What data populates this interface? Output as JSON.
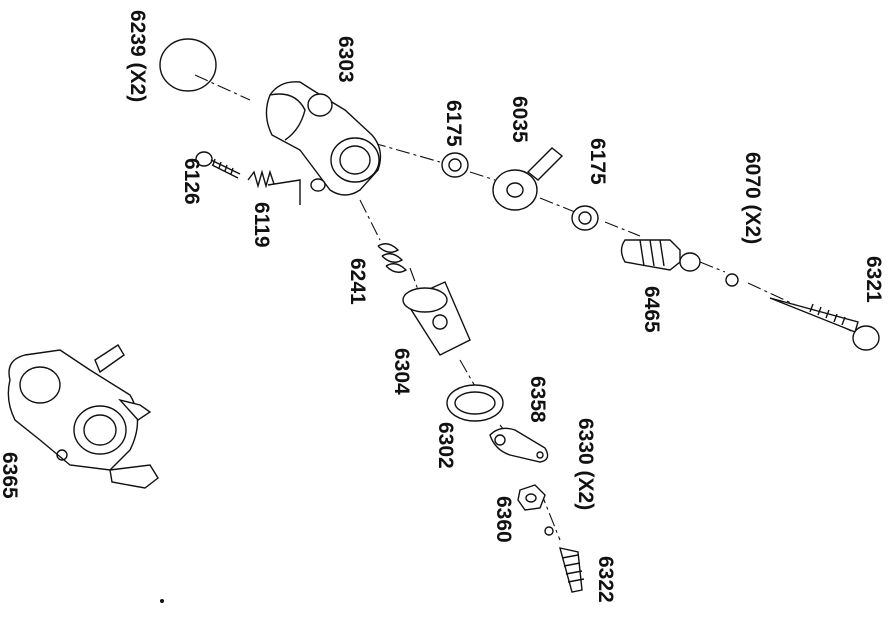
{
  "diagram": {
    "labels": {
      "p6239": "6239 (X2)",
      "p6303": "6303",
      "p6175a": "6175",
      "p6035": "6035",
      "p6175b": "6175",
      "p6070": "6070 (X2)",
      "p6321": "6321",
      "p6126": "6126",
      "p6119": "6119",
      "p6241": "6241",
      "p6465": "6465",
      "p6304": "6304",
      "p6358": "6358",
      "p6330": "6330 (X2)",
      "p6302": "6302",
      "p6360": "6360",
      "p6322": "6322",
      "p6365": "6365"
    }
  }
}
